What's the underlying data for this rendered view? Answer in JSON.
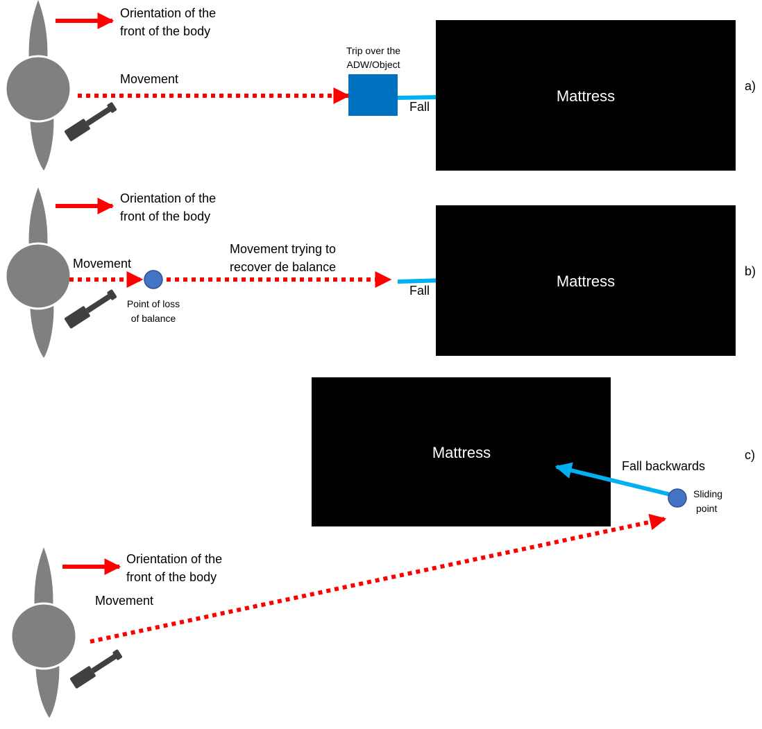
{
  "colors": {
    "orientation_arrow": "#ff0000",
    "movement_line": "#ff0000",
    "fall_arrow": "#00b0f0",
    "mattress": "#000000",
    "mattress_text": "#ffffff",
    "obstacle": "#0070c0",
    "point_marker": "#4472c4",
    "body": "#808080"
  },
  "panel_a": {
    "tag": "a)",
    "orientation_label_line1": "Orientation of the",
    "orientation_label_line2": "front of the body",
    "movement_label": "Movement",
    "obstacle_label_line1": "Trip over the",
    "obstacle_label_line2": "ADW/Object",
    "fall_label": "Fall",
    "mattress_label": "Mattress"
  },
  "panel_b": {
    "tag": "b)",
    "orientation_label_line1": "Orientation of the",
    "orientation_label_line2": "front of the body",
    "movement_label": "Movement",
    "recover_label_line1": "Movement trying to",
    "recover_label_line2": "recover de balance",
    "loss_point_label_line1": "Point of loss",
    "loss_point_label_line2": "of balance",
    "fall_label": "Fall",
    "mattress_label": "Mattress"
  },
  "panel_c": {
    "tag": "c)",
    "orientation_label_line1": "Orientation of the",
    "orientation_label_line2": "front of the body",
    "movement_label": "Movement",
    "fall_label": "Fall backwards",
    "sliding_label_line1": "Sliding",
    "sliding_label_line2": "point",
    "mattress_label": "Mattress"
  }
}
